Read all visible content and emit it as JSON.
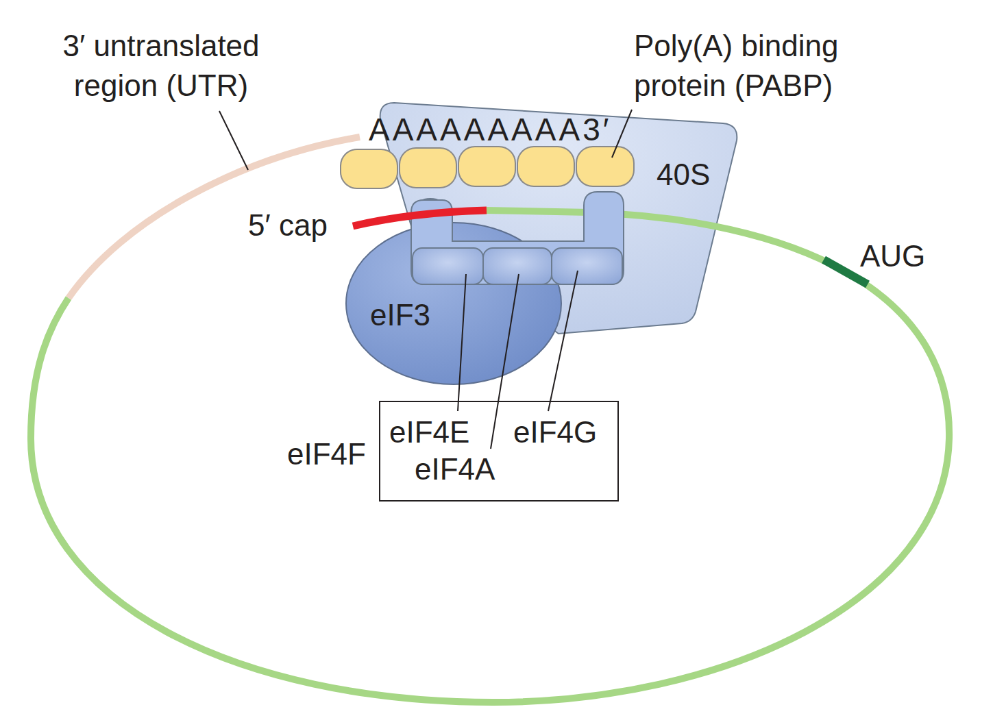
{
  "diagram": {
    "nodes": [
      {
        "text": [
          "40S"
        ]
      },
      {
        "text": [
          "eIF3"
        ]
      },
      {
        "text": [
          "eIF4F",
          "eIF4E",
          "eIF4A",
          "eIF4G"
        ]
      }
    ],
    "labels": [
      "3′ untranslated region (UTR)",
      "Poly(A) binding protein (PABP)",
      "AAAAAAAAA3′",
      "5′ cap",
      "AUG"
    ]
  }
}
